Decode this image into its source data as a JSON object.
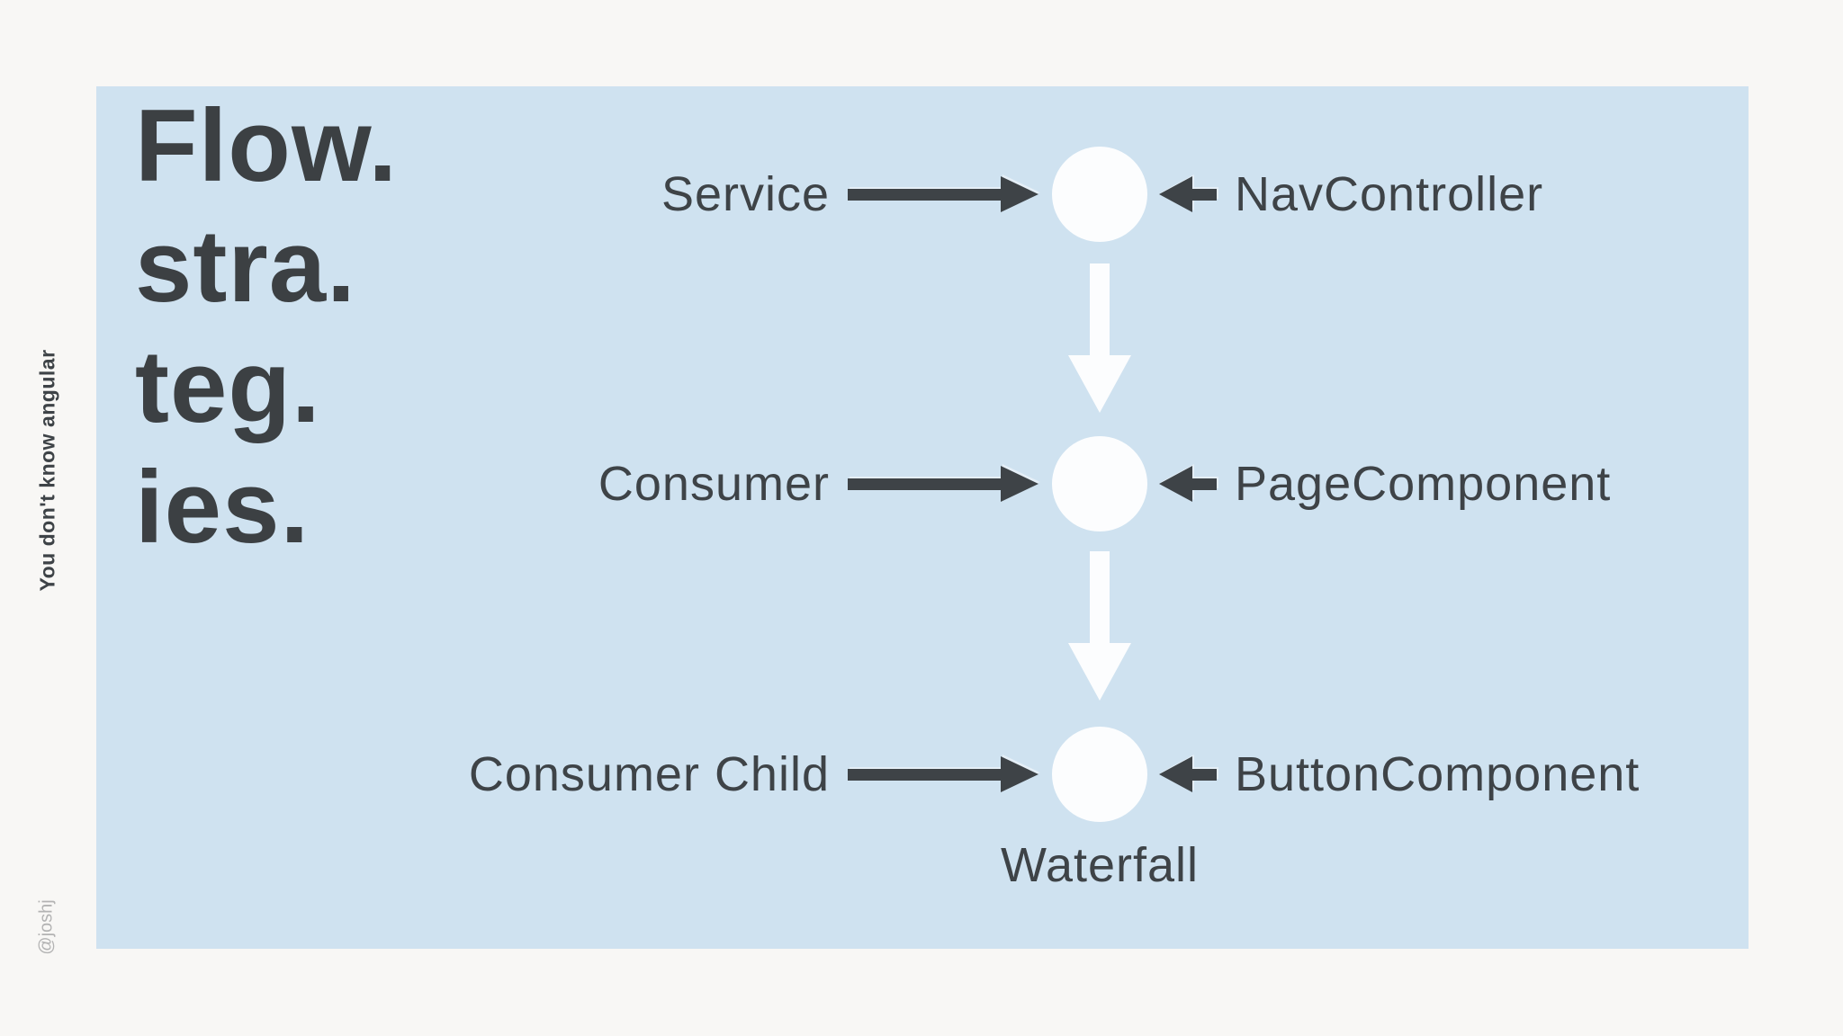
{
  "colors": {
    "page-bg": "#f8f7f5",
    "panel-bg": "#cfe2f0",
    "ink": "#3e4347",
    "title-ink": "#3c4043",
    "node-white": "#fcfdfe",
    "handle-gray": "#b3b3b3"
  },
  "title": {
    "lines": [
      "Flow.",
      "stra.",
      "teg.",
      "ies."
    ]
  },
  "side": {
    "deck_title": "You don't know angular",
    "author_handle": "@joshj"
  },
  "diagram": {
    "rows": [
      {
        "left_label": "Service",
        "right_label": "NavController"
      },
      {
        "left_label": "Consumer",
        "right_label": "PageComponent"
      },
      {
        "left_label": "Consumer Child",
        "right_label": "ButtonComponent"
      }
    ],
    "caption": "Waterfall"
  }
}
